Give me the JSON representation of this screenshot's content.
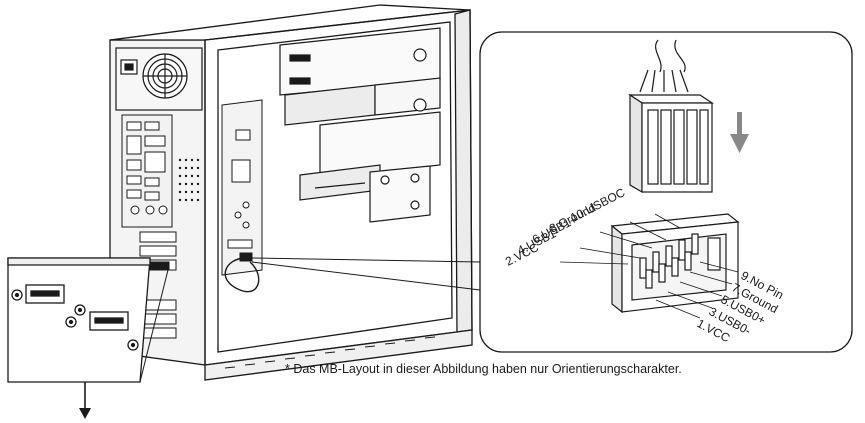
{
  "header_labels_left": [
    "10.USBOC",
    "8.Ground",
    "6.USB1+",
    "4.USB1-",
    "2.VCC"
  ],
  "header_labels_right": [
    "9.No Pin",
    "7.Ground",
    "5.USB0+",
    "3.USB0-",
    "1.VCC"
  ],
  "caption": "* Das MB-Layout in dieser Abbildung haben nur Orientierungscharakter."
}
